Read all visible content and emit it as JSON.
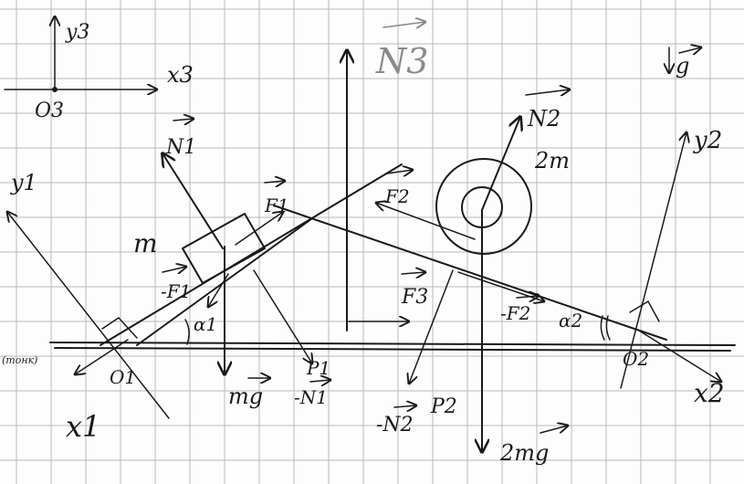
{
  "axes": {
    "frame3": {
      "y": "y3",
      "x": "x3",
      "origin": "O3"
    },
    "frame1": {
      "y": "y1",
      "x": "x1",
      "origin": "O1"
    },
    "frame2": {
      "y": "y2",
      "x": "x2",
      "origin": "O2"
    }
  },
  "vectors": {
    "N3": "N3",
    "N1": "N1",
    "N2": "N2",
    "g": "g",
    "F1": "F1",
    "F2": "F2",
    "F3": "F3",
    "neg_F1": "-F1",
    "neg_F2": "-F2",
    "mg": "mg",
    "two_mg": "2mg",
    "neg_N1": "-N1",
    "neg_N2": "-N2",
    "P1": "P1",
    "P2": "P2"
  },
  "masses": {
    "small": "m",
    "large": "2m"
  },
  "angles": {
    "alpha1": "α1",
    "alpha2": "α2"
  },
  "edge_fragment": "(тонк)"
}
